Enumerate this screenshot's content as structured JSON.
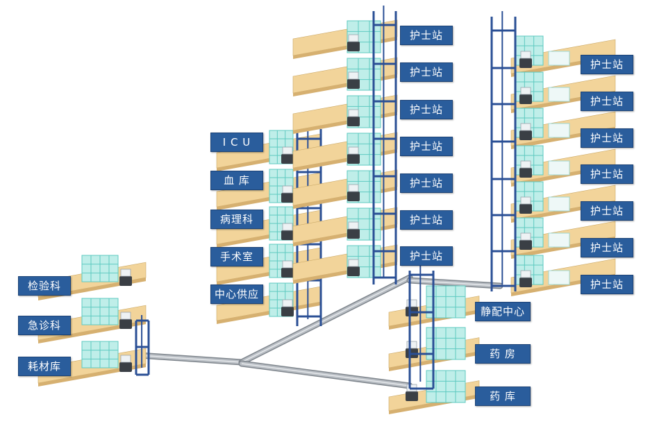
{
  "colors": {
    "floor_top": "#f2d49a",
    "floor_front": "#d6b070",
    "floor_side": "#c49d5e",
    "shaft": "#2a4f95",
    "track": "#b9bec4",
    "track_dark": "#7e858c",
    "window": "#bfeee9",
    "window_line": "#5ec9c0",
    "label_bg": "#2a5d9c"
  },
  "labels": {
    "left": [
      "检验科",
      "急诊科",
      "耗材库"
    ],
    "middle": [
      "I C U",
      "血 库",
      "病理科",
      "手术室",
      "中心供应"
    ],
    "center_tower": [
      "护士站",
      "护士站",
      "护士站",
      "护士站",
      "护士站",
      "护士站",
      "护士站"
    ],
    "right_tower": [
      "护士站",
      "护士站",
      "护士站",
      "护士站",
      "护士站",
      "护士站",
      "护士站"
    ],
    "bottom_right": [
      "静配中心",
      "药 房",
      "药 库"
    ]
  }
}
